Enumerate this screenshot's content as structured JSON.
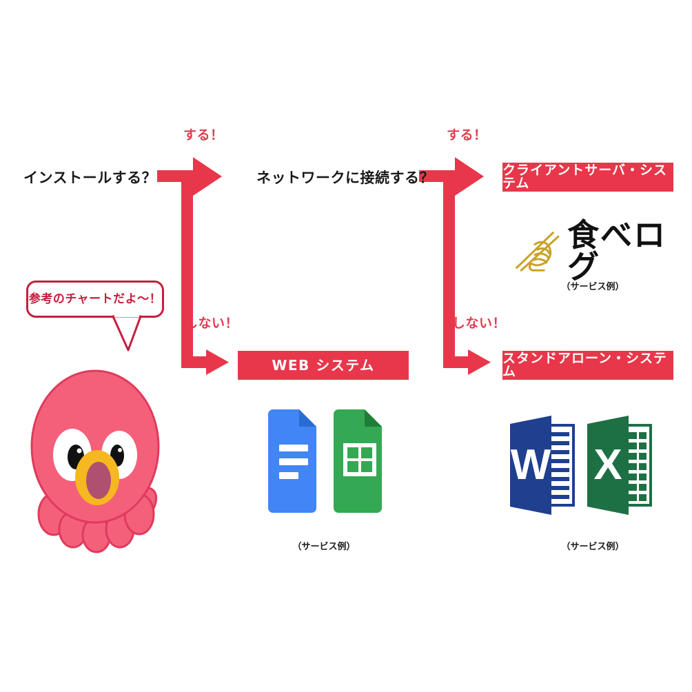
{
  "diagram": {
    "title_note": "system-classification-flowchart",
    "accent_red": "#e8374a",
    "label_red": "#e23b4e",
    "bubble_red": "#c41f3e",
    "octopus_pink": "#f4607a",
    "octopus_outline": "#e03a5c",
    "octopus_mouth_ring": "#f5b820",
    "octopus_mouth_inner": "#b05070",
    "docs_blue": "#4285f4",
    "sheets_green": "#34a853",
    "word_blue": "#1f3f8f",
    "excel_green": "#1d7044",
    "tabelog_gold": "#c9a227"
  },
  "questions": [
    {
      "id": "q1",
      "text": "インストールする？"
    },
    {
      "id": "q2",
      "text": "ネットワークに接続する？"
    }
  ],
  "branches": [
    {
      "id": "b1-yes",
      "text": "する！"
    },
    {
      "id": "b1-no",
      "text": "しない！"
    },
    {
      "id": "b2-yes",
      "text": "する！"
    },
    {
      "id": "b2-no",
      "text": "しない！"
    }
  ],
  "results": [
    {
      "id": "client-server",
      "label": "クライアントサーバ・システム"
    },
    {
      "id": "web-system",
      "label": "WEB システム"
    },
    {
      "id": "standalone",
      "label": "スタンドアローン・システム"
    }
  ],
  "service_examples": [
    {
      "id": "tabelog-example",
      "caption": "（サービス例）",
      "logo_text": "食べログ",
      "icon": "chopsticks-hand-icon"
    },
    {
      "id": "google-example",
      "caption": "（サービス例）",
      "icons": [
        "google-docs-icon",
        "google-sheets-icon"
      ]
    },
    {
      "id": "office-example",
      "caption": "（サービス例）",
      "icons": [
        "microsoft-word-icon",
        "microsoft-excel-icon"
      ]
    }
  ],
  "mascot": {
    "id": "octopus-mascot",
    "bubble_text": "参考のチャートだよ〜！"
  }
}
